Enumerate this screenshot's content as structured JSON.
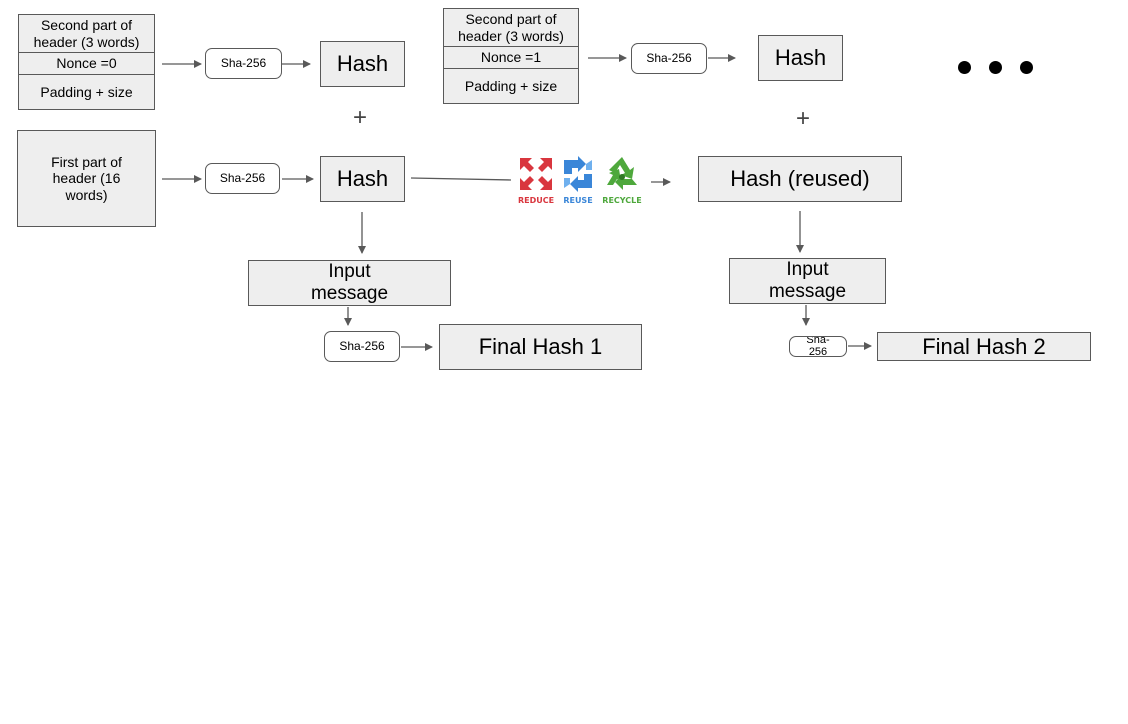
{
  "block1": {
    "header_part2": "Second part of header (3 words)",
    "nonce": "Nonce =0",
    "padding": "Padding + size",
    "sha_top": "Sha-256",
    "hash_top": "Hash",
    "plus": "+",
    "header_part1": "First part of header (16 words)",
    "sha_mid": "Sha-256",
    "hash_mid": "Hash",
    "input_message": "Input message",
    "sha_final": "Sha-256",
    "final_hash": "Final Hash 1"
  },
  "block2": {
    "header_part2": "Second part of header (3 words)",
    "nonce": "Nonce =1",
    "padding": "Padding + size",
    "sha_top": "Sha-256",
    "hash_top": "Hash",
    "plus": "+",
    "hash_reused": "Hash (reused)",
    "input_message": "Input message",
    "sha_final": "Sha-256",
    "final_hash": "Final Hash 2"
  },
  "recycle_graphic": {
    "reduce_label": "REDUCE",
    "reuse_label": "REUSE",
    "recycle_label": "RECYCLE",
    "colors": {
      "reduce": "#d9363e",
      "reuse": "#3a86d8",
      "recycle": "#4ea83c"
    },
    "icons": [
      "reduce-arrows-icon",
      "reuse-arrows-icon",
      "recycle-arrows-icon"
    ]
  },
  "ellipsis": "continuation-dots"
}
